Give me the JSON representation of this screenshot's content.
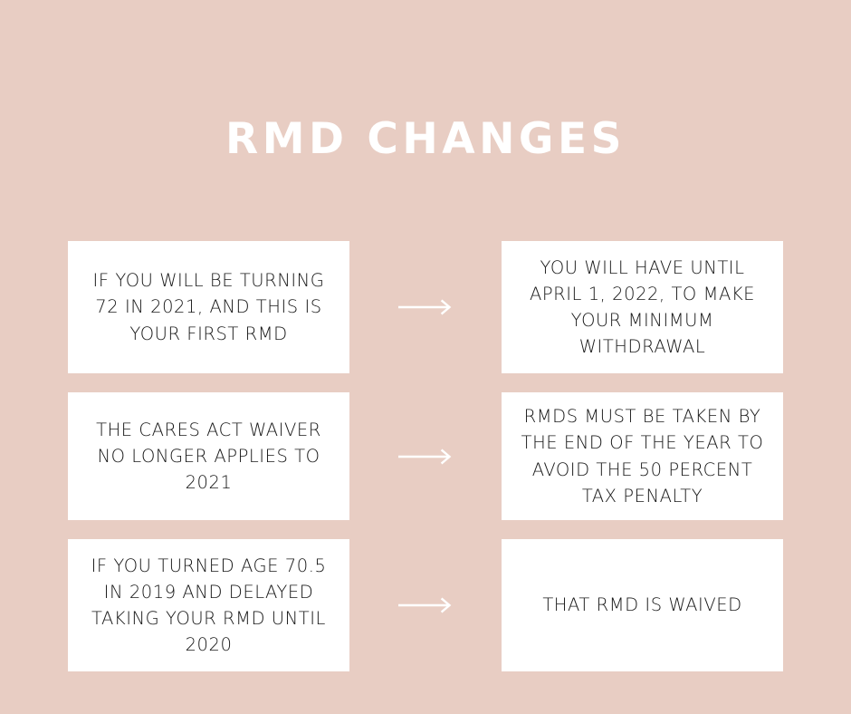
{
  "poster": {
    "title": "RMD CHANGES",
    "background_color": "#E8CDC3",
    "card_background_color": "#FFFFFF",
    "title_color": "#FFFFFF",
    "card_text_color": "#181818",
    "arrow_color": "#FFFFFF"
  },
  "rows": [
    {
      "condition": "IF YOU WILL BE TURNING 72 IN 2021, AND THIS IS YOUR FIRST RMD",
      "result": "YOU WILL HAVE UNTIL APRIL 1, 2022, TO MAKE YOUR MINIMUM WITHDRAWAL",
      "connector": "arrow-right-icon"
    },
    {
      "condition": "THE CARES ACT WAIVER NO LONGER APPLIES TO 2021",
      "result": "RMDS MUST BE TAKEN BY THE END OF THE YEAR TO AVOID THE 50 PERCENT TAX PENALTY",
      "connector": "arrow-right-icon"
    },
    {
      "condition": "IF YOU TURNED AGE 70.5 IN 2019 AND DELAYED TAKING YOUR RMD UNTIL 2020",
      "result": "THAT RMD IS WAIVED",
      "connector": "arrow-right-icon"
    }
  ]
}
